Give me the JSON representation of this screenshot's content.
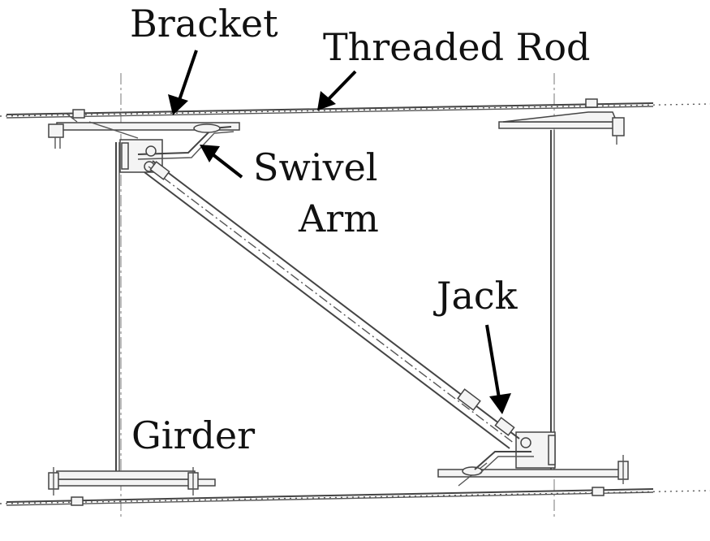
{
  "labels": {
    "bracket": "Bracket",
    "threaded_rod": "Threaded Rod",
    "swivel_line1": "Swivel",
    "swivel_line2": "Arm",
    "jack": "Jack",
    "girder": "Girder"
  },
  "colors": {
    "ink": "#111111",
    "line": "#444444",
    "arrow": "#000000",
    "background": "#ffffff"
  }
}
